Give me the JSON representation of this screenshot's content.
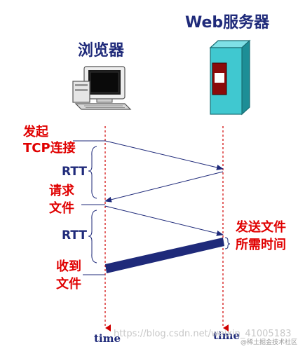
{
  "browser": {
    "title": "浏览器",
    "icon": "computer-icon"
  },
  "server": {
    "title": "Web服务器",
    "icon": "server-icon"
  },
  "labels": {
    "initiate_1": "发起",
    "initiate_2": "TCP连接",
    "rtt_1": "RTT",
    "request_1": "请求",
    "request_2": "文件",
    "rtt_2": "RTT",
    "send_1": "发送文件",
    "send_2": "所需时间",
    "receive_1": "收到",
    "receive_2": "文件",
    "time_left": "time",
    "time_right": "time"
  },
  "watermark": {
    "text": "https://blog.csdn.net/weixin_41005183",
    "corner": "@稀土掘金技术社区"
  },
  "colors": {
    "label_red": "#e00000",
    "arrow_blue": "#1f2a7a",
    "timeline_red": "#d00000",
    "server_teal": "#40c8d0"
  }
}
